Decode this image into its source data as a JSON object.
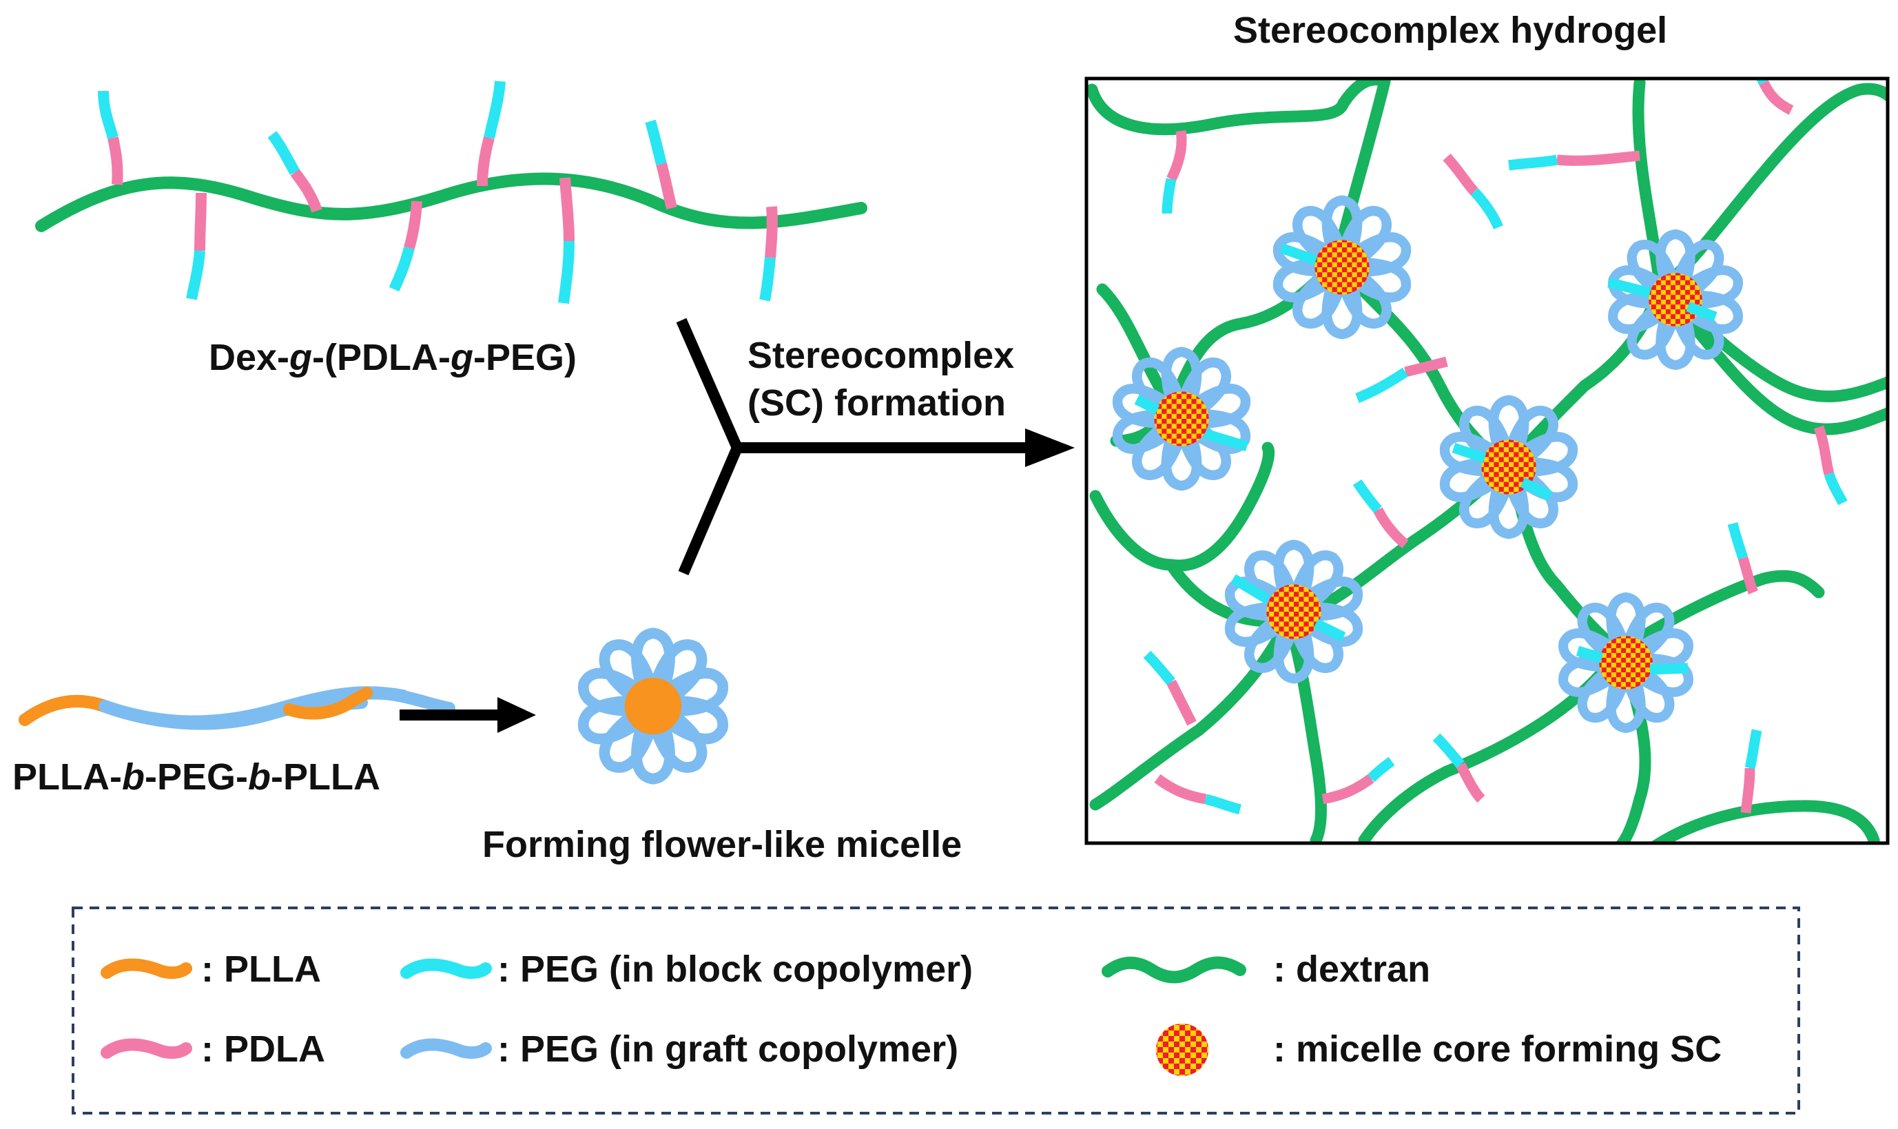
{
  "colors": {
    "pdla": "#f27aa9",
    "plla": "#f7931e",
    "peg_block": "#29e6f2",
    "peg_graft": "#7dbcf0",
    "dextran": "#17b35e",
    "core_red": "#ee1c2e",
    "core_yellow": "#ffd400",
    "arrow": "#000000",
    "legend_border": "#2c3e62"
  },
  "labels": {
    "graft_copolymer": [
      "Dex-",
      "g",
      "-(PDLA-",
      "g",
      "-PEG)"
    ],
    "block_copolymer": [
      "PLLA-",
      "b",
      "-PEG-",
      "b",
      "-PLLA"
    ],
    "micelle": "Forming flower-like micelle",
    "sc_line1": "Stereocomplex",
    "sc_line2": "(SC) formation",
    "hydrogel_title": "Stereocomplex hydrogel"
  },
  "legend": {
    "plla": ": PLLA",
    "pdla": ": PDLA",
    "peg_block": ": PEG (in block copolymer)",
    "peg_graft": ": PEG (in graft copolymer)",
    "dextran": ": dextran",
    "core": ": micelle core forming SC"
  }
}
